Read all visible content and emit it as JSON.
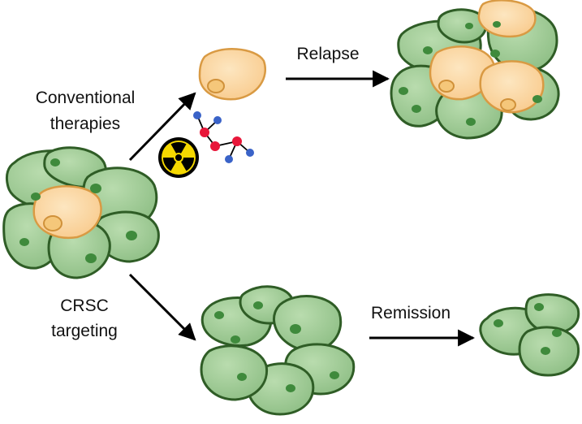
{
  "labels": {
    "conventional_line1": "Conventional",
    "conventional_line2": "therapies",
    "relapse": "Relapse",
    "crsc_line1": "CRSC",
    "crsc_line2": "targeting",
    "remission": "Remission"
  },
  "icons": {
    "radiation": "radiation-icon",
    "molecule": "chemotherapy-molecule-icon"
  },
  "colors": {
    "green_cell_fill": "#9cc893",
    "green_cell_stroke": "#2f5d26",
    "green_nucleus": "#3f8a3c",
    "stem_cell_fill": "#fcd7a1",
    "stem_cell_stroke": "#d99a43",
    "stem_nucleus": "#e3a84a",
    "arrow": "#000000",
    "radiation_yellow": "#f5d800",
    "atom_red": "#e8173a",
    "atom_blue": "#3a63c8"
  }
}
